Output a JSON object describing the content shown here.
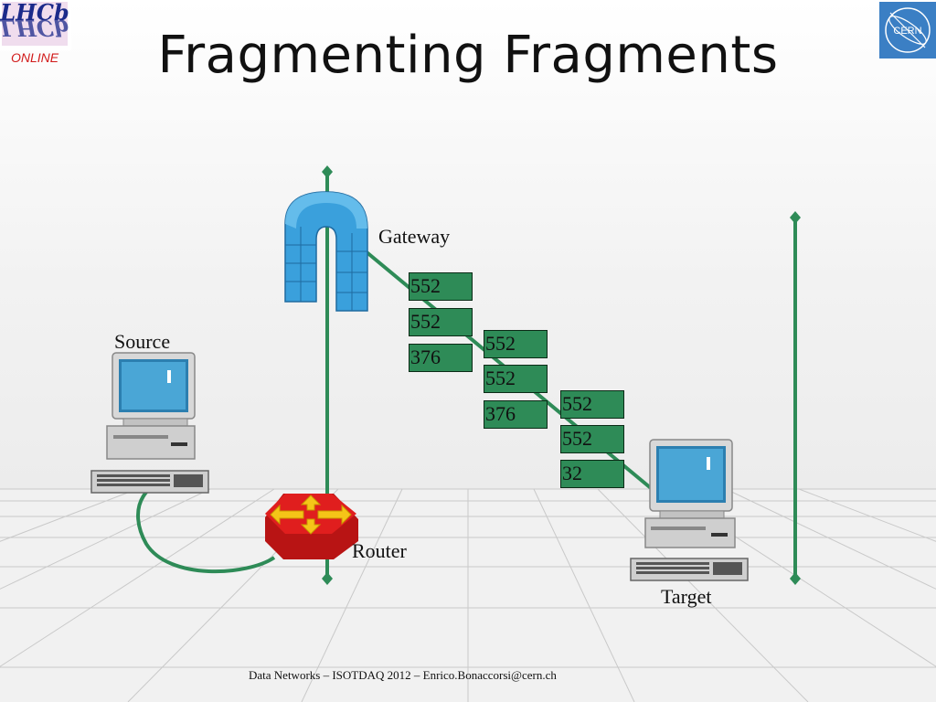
{
  "title": "Fragmenting Fragments",
  "logos": {
    "lhcb_text": "LHCb",
    "online_text": "ONLINE",
    "cern_text": "CERN"
  },
  "labels": {
    "gateway": "Gateway",
    "source": "Source",
    "router": "Router",
    "target": "Target"
  },
  "fragments": {
    "group1": [
      "552",
      "552",
      "376"
    ],
    "group2": [
      "552",
      "552",
      "376"
    ],
    "group3": [
      "552",
      "552",
      "32"
    ]
  },
  "icons": [
    "gateway-arch-icon",
    "computer-icon",
    "router-icon"
  ],
  "colors": {
    "link": "#2e8b57",
    "fragment_fill": "#2e8b57",
    "router_red": "#e01e1e",
    "router_arrows": "#f5c518",
    "gateway_blue": "#3aa0dc"
  },
  "footer": "Data Networks – ISOTDAQ 2012 – Enrico.Bonaccorsi@cern.ch"
}
